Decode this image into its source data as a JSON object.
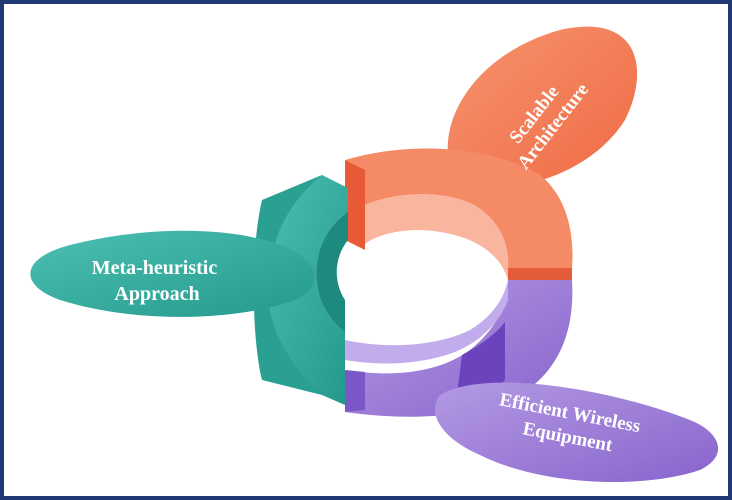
{
  "diagram": {
    "segments": [
      {
        "id": "scalable",
        "lines": [
          "Scalable",
          "Architecture"
        ],
        "color": "#f47c5b",
        "side": "#e5603e",
        "light": "#f9b49c"
      },
      {
        "id": "efficient",
        "lines": [
          "Efficient Wireless",
          "Equipment"
        ],
        "color": "#9b7fd6",
        "side": "#7a57c6",
        "light": "#c7b5ec"
      },
      {
        "id": "meta",
        "lines": [
          "Meta-heuristic",
          "Approach"
        ],
        "color": "#34b0a2",
        "side": "#1f8f84",
        "light": "#7fd0c6"
      }
    ],
    "frame_color": "#1f3a73"
  }
}
